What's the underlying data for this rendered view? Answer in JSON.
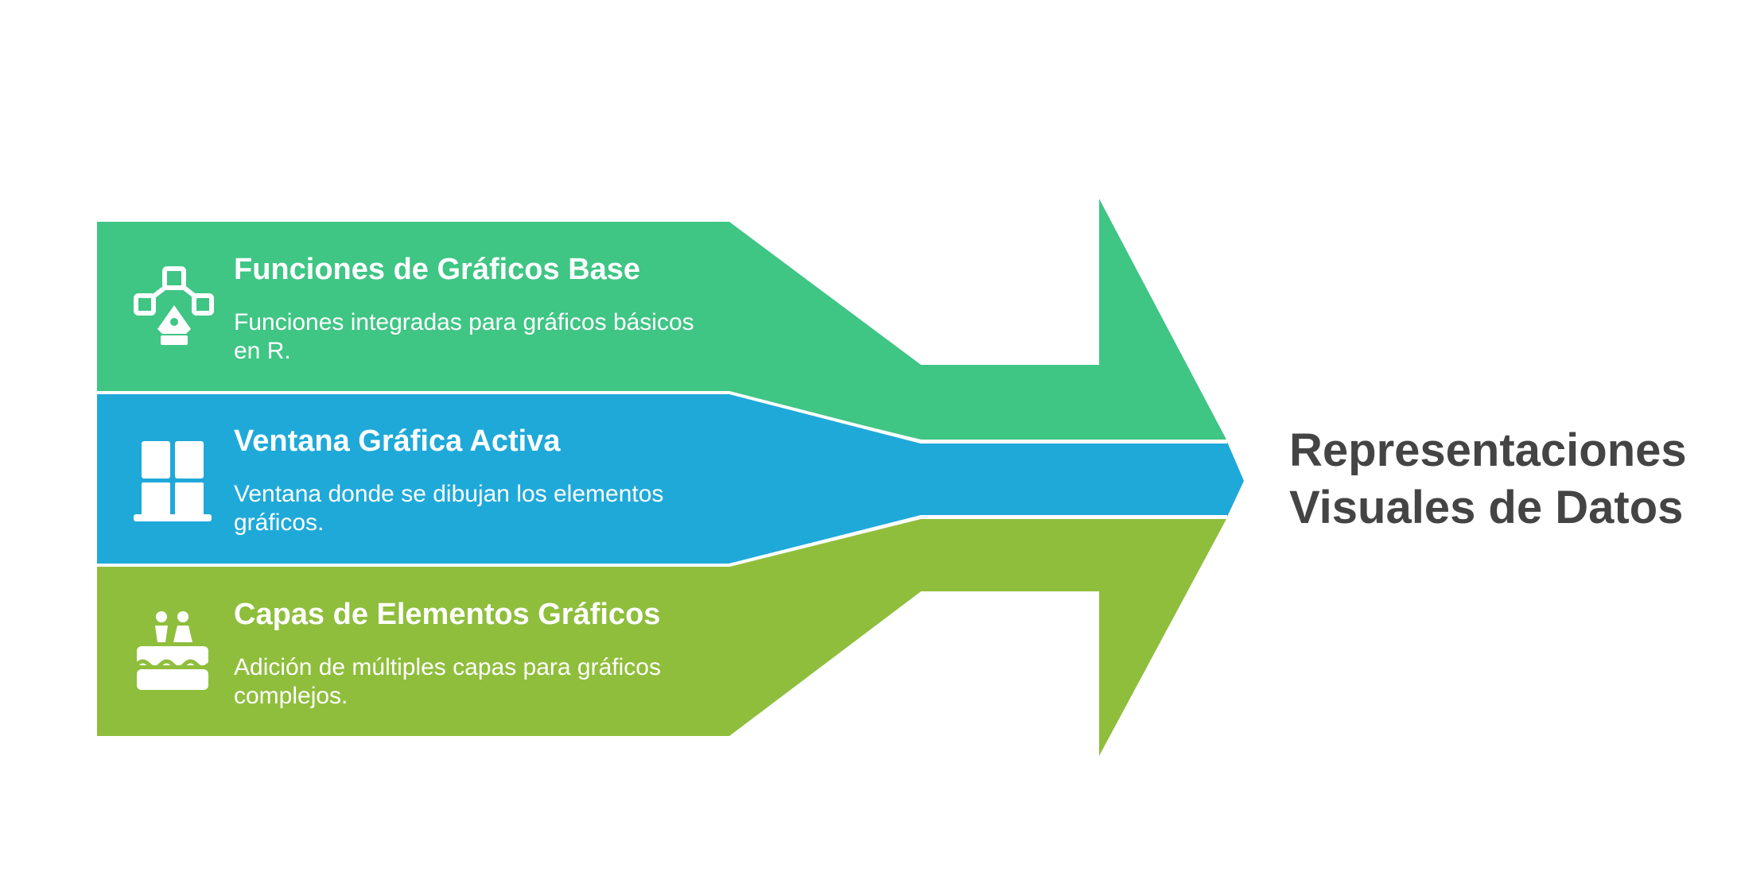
{
  "colors": {
    "green": "#3fc584",
    "blue": "#1fa9d9",
    "olive": "#8fbe3c",
    "result_text": "#444444",
    "band_text": "#ffffff"
  },
  "bands": [
    {
      "title": "Funciones de Gráficos Base",
      "description_lines": [
        "Funciones integradas para gráficos básicos",
        "en R."
      ],
      "icon": "pen-tool-icon"
    },
    {
      "title": "Ventana Gráfica Activa",
      "description_lines": [
        "Ventana donde se dibujan los elementos",
        "gráficos."
      ],
      "icon": "window-icon"
    },
    {
      "title": "Capas de Elementos Gráficos",
      "description_lines": [
        "Adición de múltiples capas para gráficos",
        "complejos."
      ],
      "icon": "layer-cake-icon"
    }
  ],
  "result": {
    "lines": [
      "Representaciones",
      "Visuales de Datos"
    ]
  }
}
